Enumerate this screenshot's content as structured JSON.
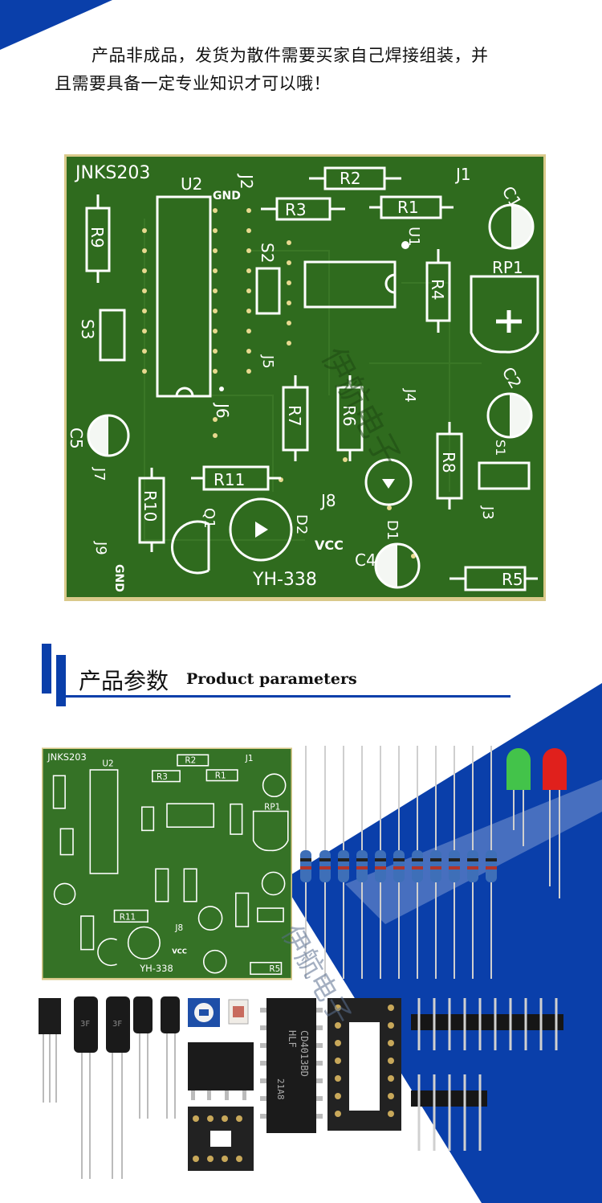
{
  "notice": {
    "line1": "产品非成品，发货为散件需要买家自己焊接组装，并",
    "line2": "且需要具备一定专业知识才可以哦！"
  },
  "section": {
    "title_cn": "产品参数",
    "title_en": "Product parameters"
  },
  "pcb": {
    "board_name": "JNKS203",
    "model": "YH-338",
    "watermark": "伊航电子",
    "labels": {
      "u1": "U1",
      "u2": "U2",
      "j1": "J1",
      "j2": "J2",
      "j3": "J3",
      "j4": "J4",
      "j5": "J5",
      "j6": "J6",
      "j7": "J7",
      "j8": "J8",
      "j9": "J9",
      "r1": "R1",
      "r2": "R2",
      "r3": "R3",
      "r4": "R4",
      "r5": "R5",
      "r6": "R6",
      "r7": "R7",
      "r8": "R8",
      "r9": "R9",
      "r10": "R10",
      "r11": "R11",
      "c1": "C1",
      "c2": "C2",
      "c4": "C4",
      "c5": "C5",
      "s1": "S1",
      "s2": "S2",
      "s3": "S3",
      "d1": "D1",
      "d2": "D2",
      "q1": "Q1",
      "rp1": "RP1",
      "gnd": "GND",
      "vcc": "VCC"
    }
  },
  "components": {
    "ic_marking_1": "CD4013BD",
    "ic_marking_2": "HLF",
    "ic_marking_3": "21A8",
    "capacitor_marking": "3F"
  },
  "colors": {
    "pcb_green": "#2f6b1e",
    "pcb_edge": "#d9c98a",
    "brand_blue": "#0a3faa"
  }
}
